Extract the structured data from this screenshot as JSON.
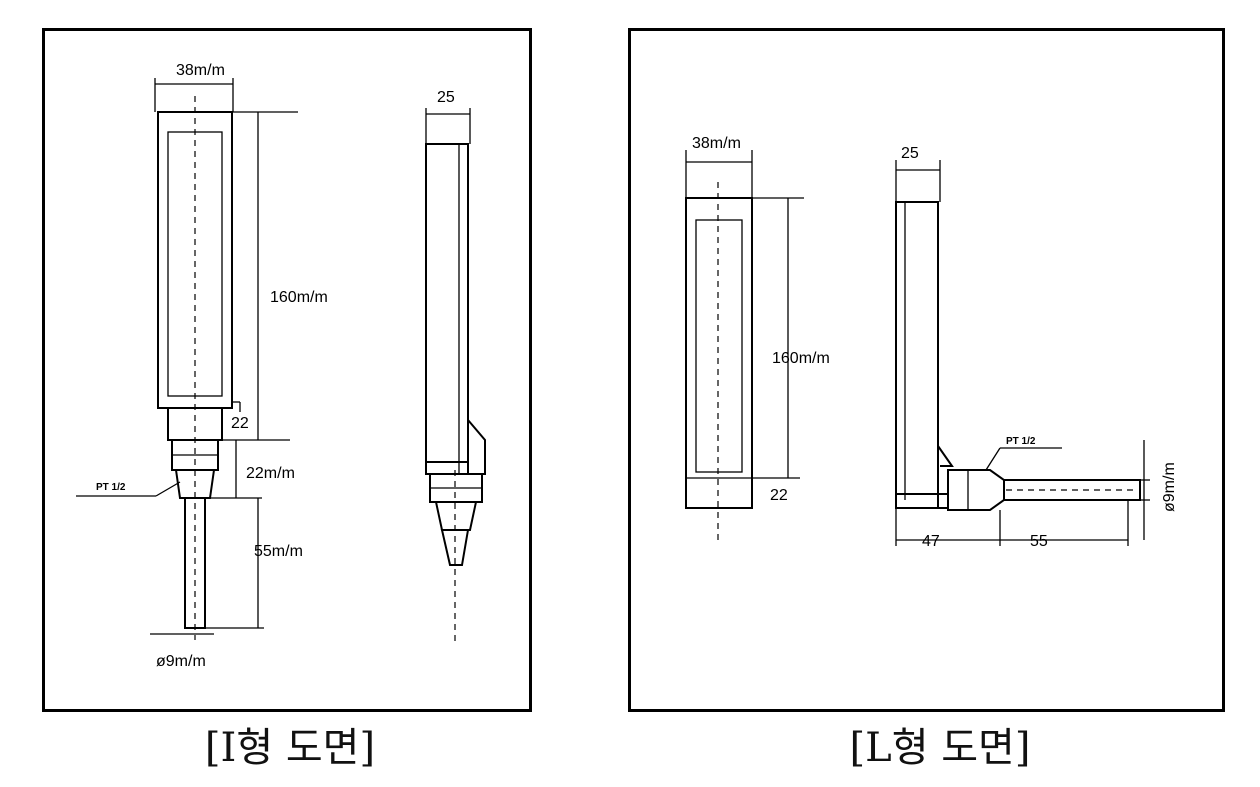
{
  "panels": [
    {
      "caption": "[I형 도면]",
      "labels": {
        "width": "38m/m",
        "side_width": "25",
        "height": "160m/m",
        "small": "22",
        "thread": "PT 1/2",
        "neck": "22m/m",
        "stem": "55m/m",
        "diameter": "ø9m/m"
      }
    },
    {
      "caption": "[L형 도면]",
      "labels": {
        "width": "38m/m",
        "side_width": "25",
        "height": "160m/m",
        "small": "22",
        "thread": "PT 1/2",
        "diameter": "ø9m/m",
        "base": "47",
        "stem": "55"
      }
    }
  ]
}
